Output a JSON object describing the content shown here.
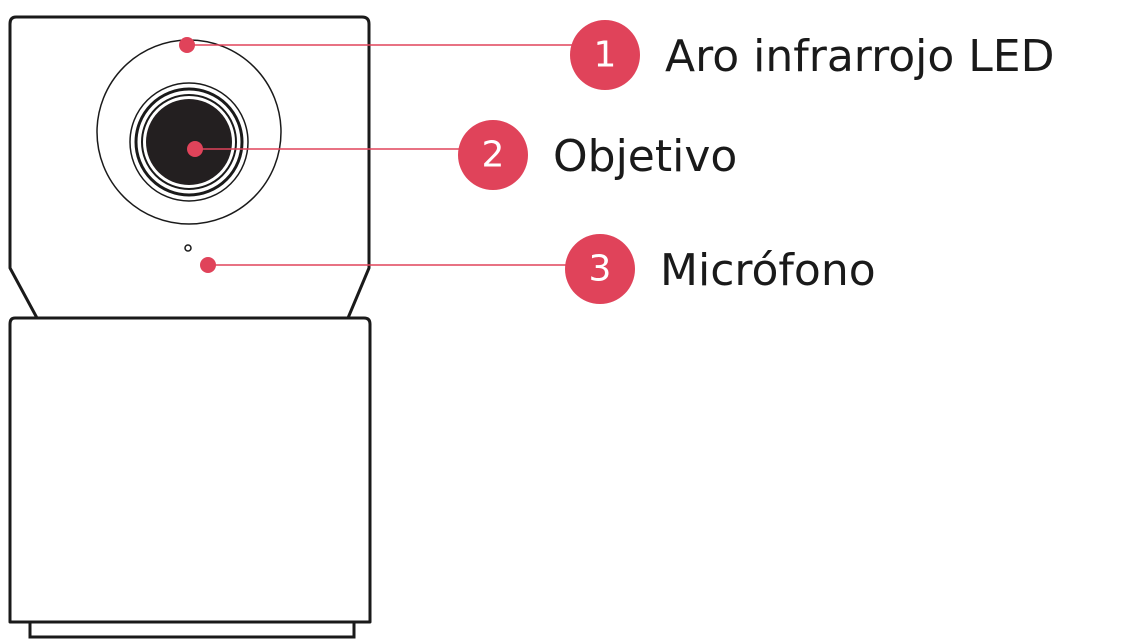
{
  "accent_color": "#e0435a",
  "outline_color": "#1a1a1a",
  "callouts": [
    {
      "number": "1",
      "label": "Aro infrarrojo LED"
    },
    {
      "number": "2",
      "label": "Objetivo"
    },
    {
      "number": "3",
      "label": "Micrófono"
    }
  ]
}
